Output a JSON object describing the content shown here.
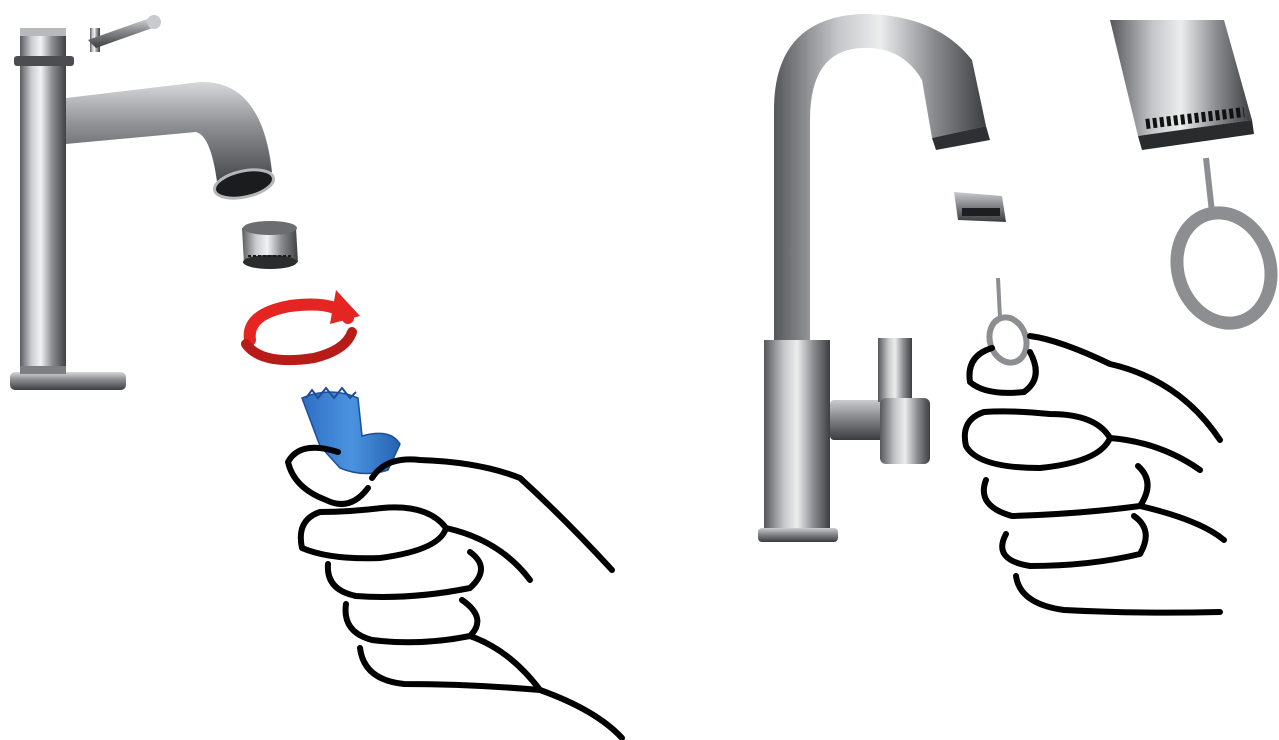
{
  "colors": {
    "background": "#ffffff",
    "chrome_light": "#d9dadc",
    "chrome_mid": "#9a9c9f",
    "chrome_dark": "#4b4d50",
    "aerator_blue": "#3a7fd0",
    "arrow_red": "#e52521",
    "outline": "#000000"
  },
  "panels": [
    {
      "id": "round-spout-aerator",
      "parts": [
        "basin-faucet",
        "round-aerator",
        "rotation-arrow",
        "blue-aerator-key",
        "hand-sketch"
      ]
    },
    {
      "id": "rectangular-spout-aerator",
      "parts": [
        "kitchen-faucet",
        "rectangular-aerator",
        "spout-closeup",
        "ring-extraction-tool",
        "hand-sketch"
      ]
    }
  ]
}
